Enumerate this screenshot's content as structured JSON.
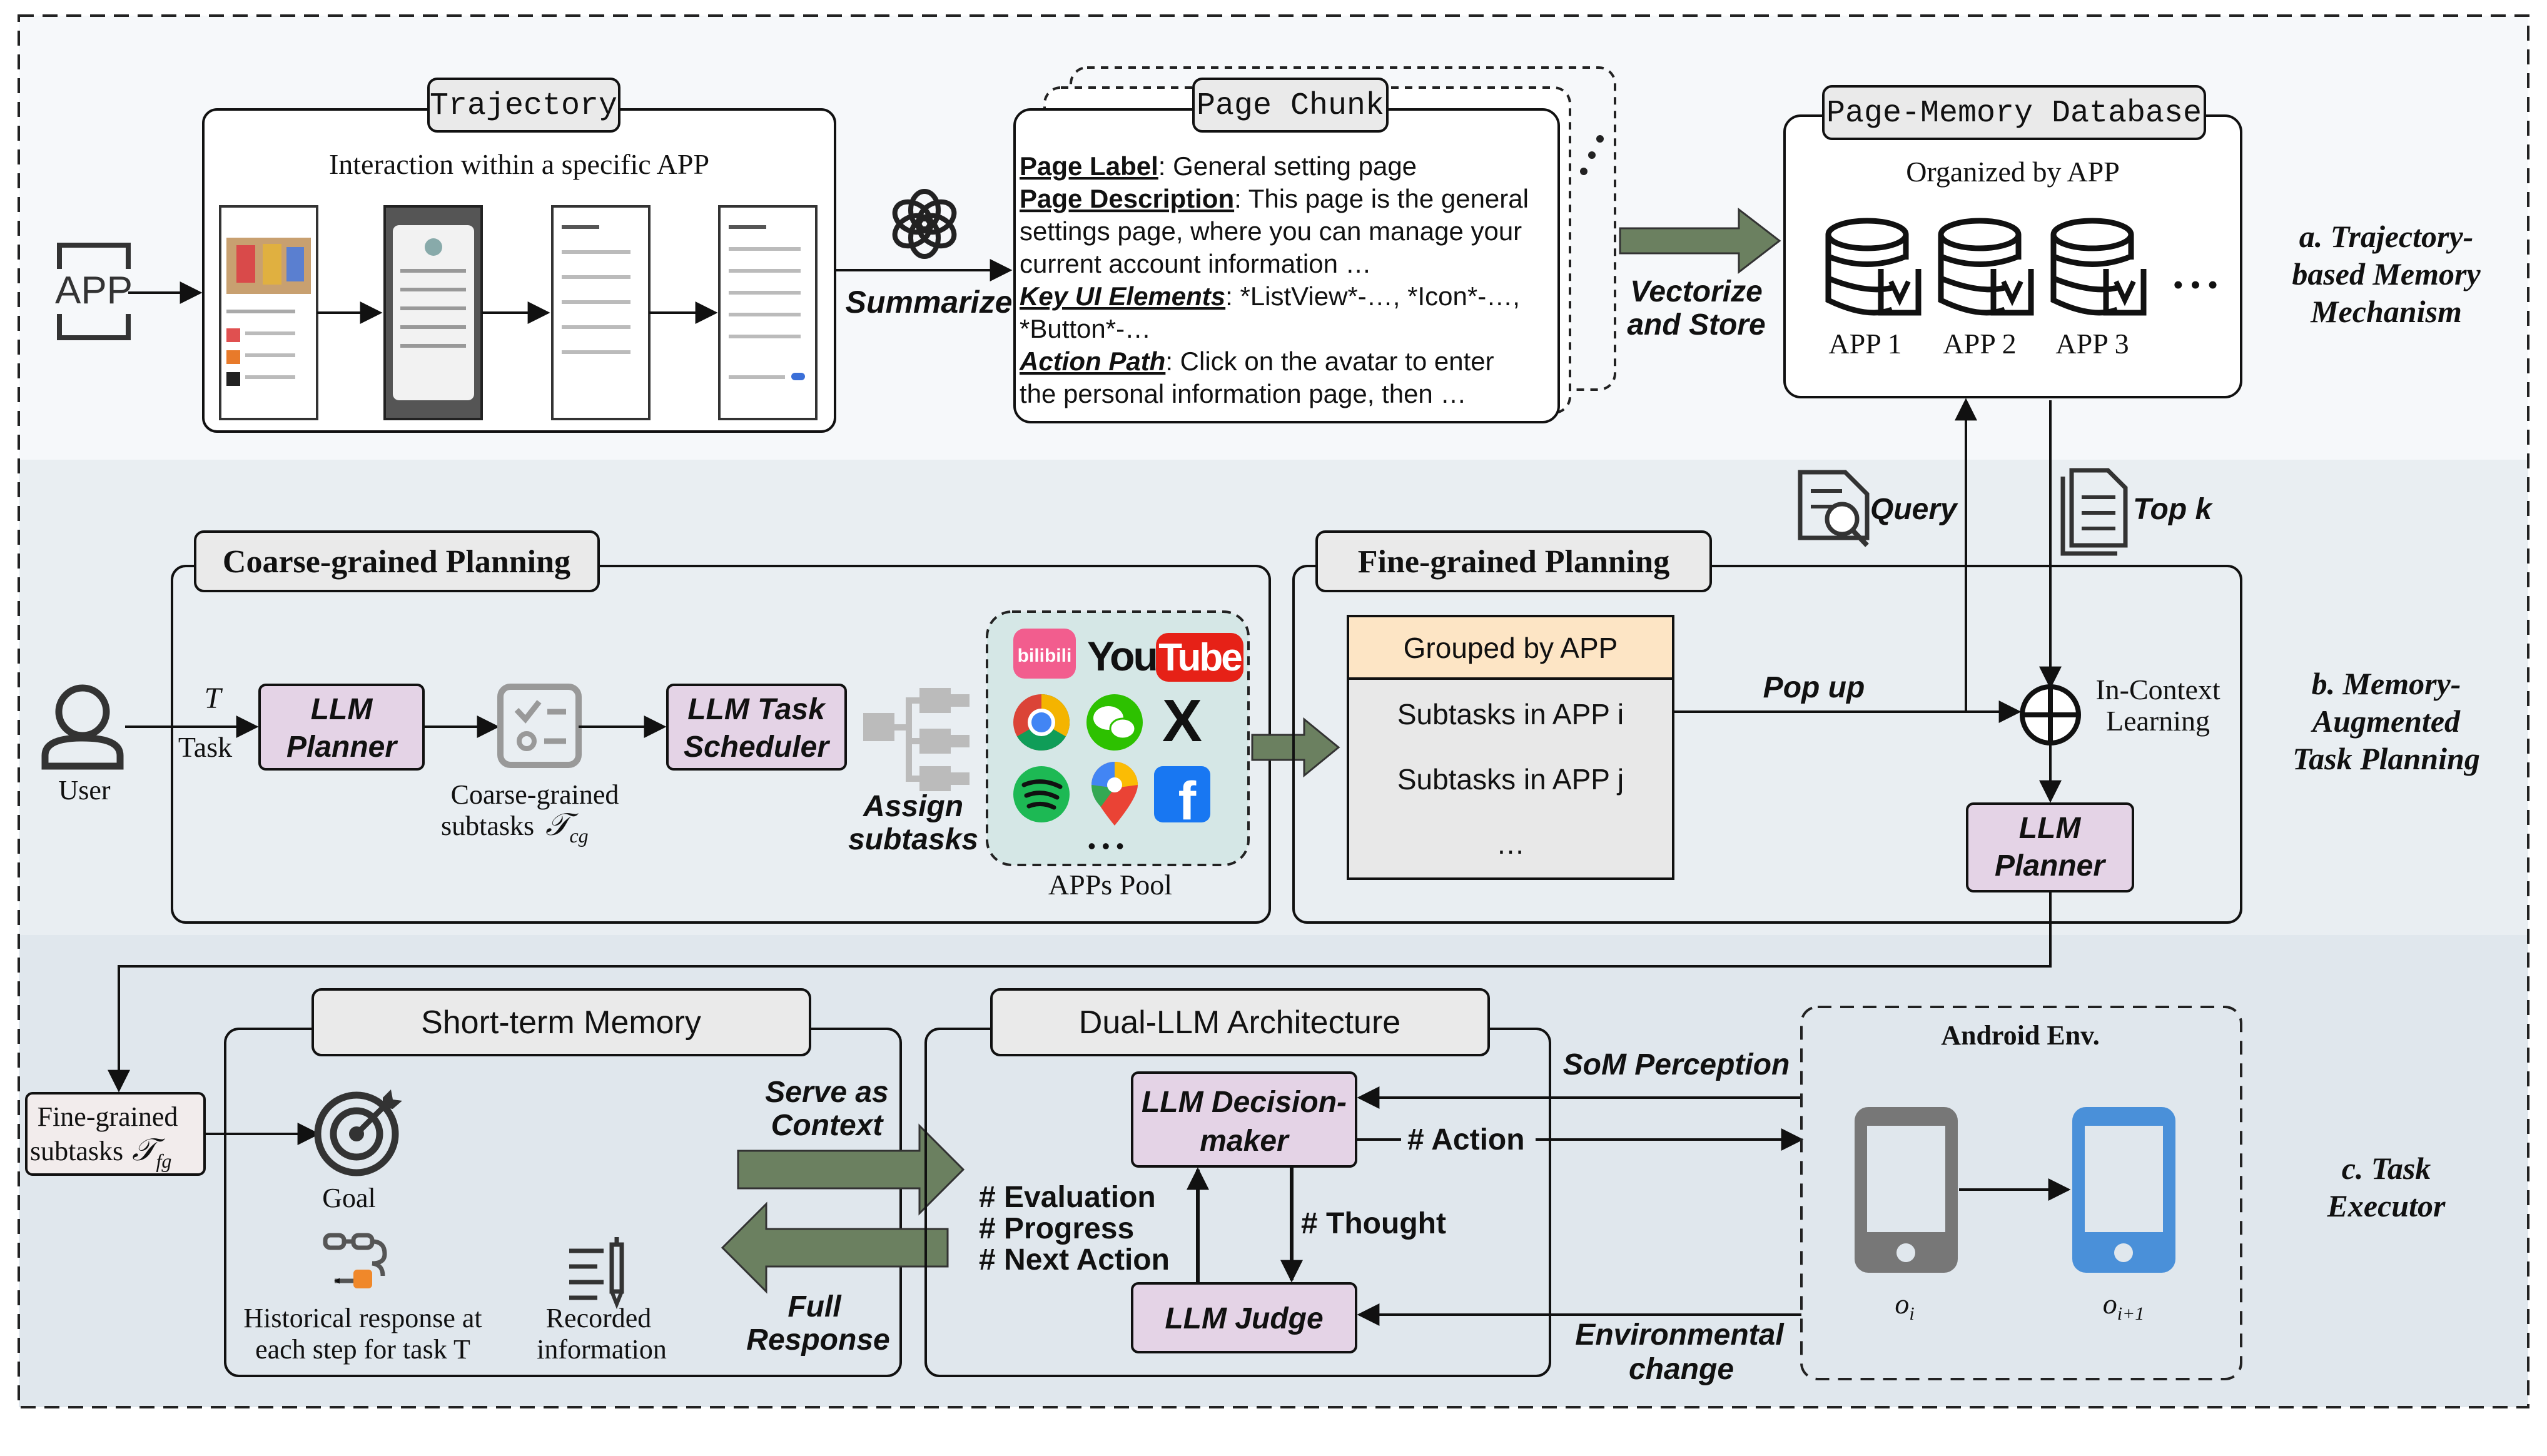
{
  "section_a": {
    "label_line1": "a. Trajectory-",
    "label_line2": "based Memory",
    "label_line3": "Mechanism",
    "app_icon_text": "APP",
    "trajectory_title": "Trajectory",
    "trajectory_subtitle": "Interaction within a specific APP",
    "summarize_label": "Summarize",
    "page_chunk_title": "Page Chunk",
    "chunk": {
      "label_key": "Page Label",
      "label_val": ": General setting page",
      "desc_key": "Page Description",
      "desc_val1": ": This page is the general",
      "desc_val2": "settings page, where you can manage your",
      "desc_val3": "current account information …",
      "ui_key": "Key UI Elements",
      "ui_val1": ": *ListView*-…, *Icon*-…,",
      "ui_val2": "*Button*-…",
      "path_key": "Action Path",
      "path_val1": ": Click on the avatar to enter",
      "path_val2": "the personal information page, then …"
    },
    "vectorize_line1": "Vectorize",
    "vectorize_line2": "and Store",
    "db_title": "Page-Memory Database",
    "db_subtitle": "Organized  by APP",
    "apps": [
      "APP 1",
      "APP 2",
      "APP 3"
    ],
    "ellipsis": "• • •"
  },
  "section_b": {
    "label_line1": "b. Memory-",
    "label_line2": "Augmented",
    "label_line3": "Task Planning",
    "query_label": "Query",
    "topk_label": "Top k",
    "coarse_title": "Coarse-grained Planning",
    "fine_title": "Fine-grained Planning",
    "user_label": "User",
    "task_symbol": "T",
    "task_label": "Task",
    "llm_planner_line1": "LLM",
    "llm_planner_line2": "Planner",
    "coarse_subtasks_line1": "Coarse-grained",
    "coarse_subtasks_line2": "subtasks",
    "coarse_subtasks_symbol": "𝒯",
    "coarse_subtasks_sub": "cg",
    "scheduler_line1": "LLM Task",
    "scheduler_line2": "Scheduler",
    "assign_line1": "Assign",
    "assign_line2": "subtasks",
    "apps_pool_label": "APPs Pool",
    "app_logos": {
      "bilibili": "bilibili",
      "youtube_you": "You",
      "youtube_tube": "Tube",
      "x": "X",
      "facebook": "f"
    },
    "pool_ellipsis": "• • •",
    "grouped_header": "Grouped by APP",
    "subtask_i": "Subtasks in APP i",
    "subtask_j": "Subtasks in APP j",
    "subtask_more": "…",
    "popup_label": "Pop up",
    "icl_line1": "In-Context",
    "icl_line2": "Learning",
    "llm_planner2_line1": "LLM",
    "llm_planner2_line2": "Planner"
  },
  "section_c": {
    "label_line1": "c. Task",
    "label_line2": "Executor",
    "fine_subtasks_line1": "Fine-grained",
    "fine_subtasks_line2": "subtasks",
    "fine_subtasks_symbol": "𝒯",
    "fine_subtasks_sub": "fg",
    "stm_title": "Short-term Memory",
    "goal_label": "Goal",
    "hist_line1": "Historical response at",
    "hist_line2": "each step for task T",
    "recorded_line1": "Recorded",
    "recorded_line2": "information",
    "serve_line1": "Serve as",
    "serve_line2": "Context",
    "full_line1": "Full",
    "full_line2": "Response",
    "dual_title": "Dual-LLM Architecture",
    "eval_line1": "# Evaluation",
    "eval_line2": "# Progress",
    "eval_line3": "# Next Action",
    "decision_line1": "LLM Decision-",
    "decision_line2": "maker",
    "thought_label": "# Thought",
    "judge_label": "LLM Judge",
    "action_label": "# Action",
    "som_label": "SoM Perception",
    "env_change_line1": "Environmental",
    "env_change_line2": "change",
    "android_title": "Android Env.",
    "obs_i": "o",
    "obs_i_sub": "i",
    "obs_next": "o",
    "obs_next_sub": "i+1"
  }
}
